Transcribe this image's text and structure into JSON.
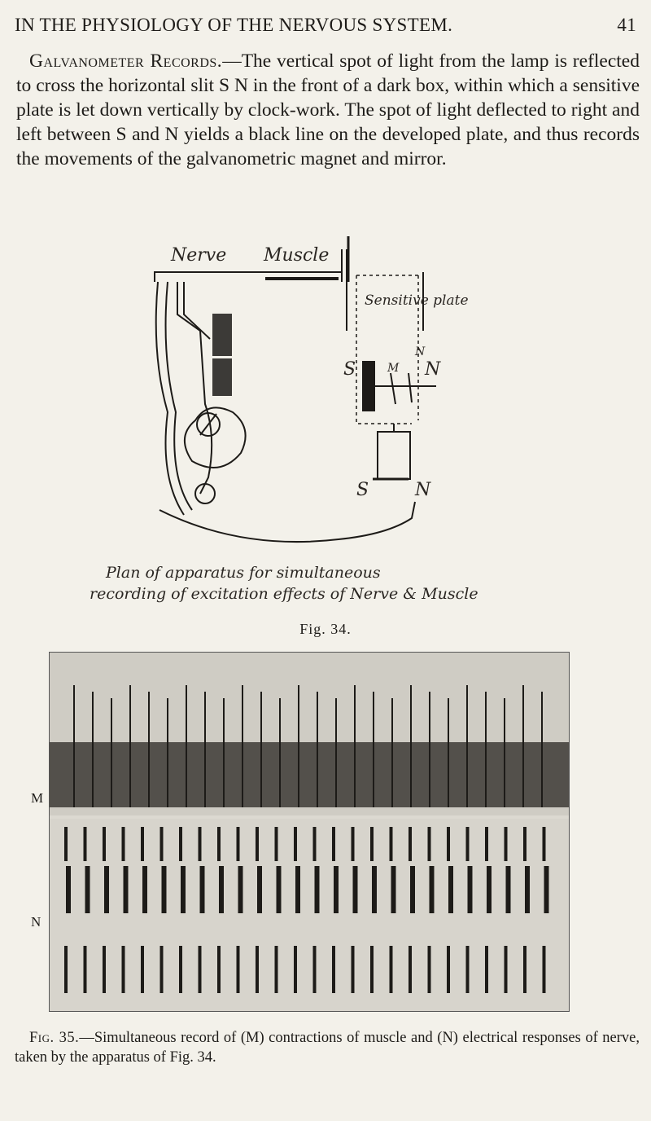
{
  "header": {
    "running_title": "IN THE PHYSIOLOGY OF THE NERVOUS SYSTEM.",
    "page_number": "41"
  },
  "paragraph": {
    "lead": "Galvanometer Records.",
    "text": "—The vertical spot of light from the lamp is reflected to cross the horizontal slit S N in the front of a dark box, within which a sensitive plate is let down vertically by clock-work. The spot of light deflected to right and left between S and N yields a black line on the developed plate, and thus records the movements of the galvanometric magnet and mirror."
  },
  "figure34": {
    "labels": {
      "nerve": "Nerve",
      "muscle": "Muscle",
      "sensitive_plate": "Sensitive plate",
      "s": "S",
      "n": "N",
      "s_bottom": "S",
      "n_bottom": "N",
      "m_small": "M",
      "n_small": "N"
    },
    "handwritten_caption_line1": "Plan of apparatus for simultaneous",
    "handwritten_caption_line2": "recording of excitation effects of Nerve & Muscle",
    "caption": "Fig. 34."
  },
  "figure35": {
    "track_m_label": "M",
    "track_n_label": "N",
    "caption_lead": "Fig. 35.",
    "caption_text": "—Simultaneous record of (M) contractions of muscle and (N) electrical responses of nerve, taken by the apparatus of Fig. 34."
  }
}
